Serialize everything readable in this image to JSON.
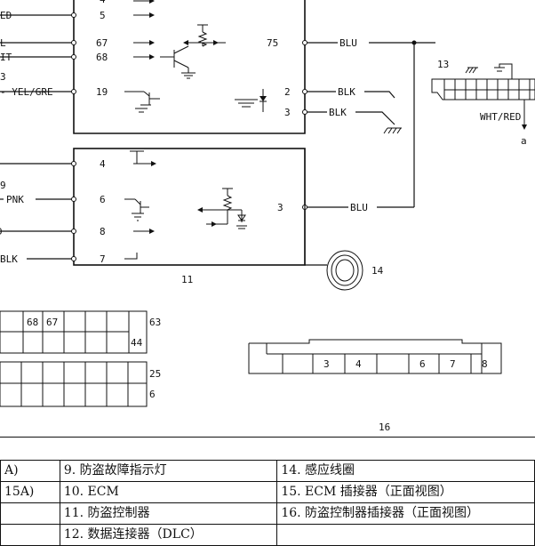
{
  "upper_box": {
    "pins": [
      {
        "num": "5",
        "wire": "ED"
      },
      {
        "num": "67",
        "wire": "L"
      },
      {
        "num": "68",
        "wire": "IT"
      },
      {
        "num": "19",
        "wire": "- YEL/GRE"
      },
      {
        "num": "75",
        "wire": "BLU"
      },
      {
        "num": "2",
        "wire": "BLK"
      },
      {
        "num": "3",
        "wire": "BLK"
      }
    ],
    "side_mark": "3",
    "top_mark": "4"
  },
  "connector13": {
    "id": "13",
    "wire": "WHT/RED",
    "ref": "a"
  },
  "lower_box": {
    "id": "11",
    "pins": [
      {
        "num": "4",
        "wire": ""
      },
      {
        "num": "6",
        "wire": "PNK"
      },
      {
        "num": "8",
        "wire": ""
      },
      {
        "num": "7",
        "wire": "BLK"
      },
      {
        "num": "3",
        "wire": "BLU"
      }
    ],
    "side_marks": [
      "9",
      "D"
    ]
  },
  "coil": {
    "id": "14"
  },
  "ecm_connector": {
    "labels": [
      "68",
      "67",
      "63",
      "44",
      "25",
      "6"
    ]
  },
  "immobilizer_connector": {
    "id": "16",
    "pins": [
      "3",
      "4",
      "6",
      "7",
      "8"
    ]
  },
  "legend": {
    "rows": [
      [
        "A)",
        "9. 防盗故障指示灯",
        "14. 感应线圈"
      ],
      [
        "15A)",
        "10. ECM",
        "15. ECM 插接器（正面视图）"
      ],
      [
        "",
        "11. 防盗控制器",
        "16. 防盗控制器插接器（正面视图）"
      ],
      [
        "",
        "12. 数据连接器（DLC）",
        ""
      ]
    ]
  }
}
